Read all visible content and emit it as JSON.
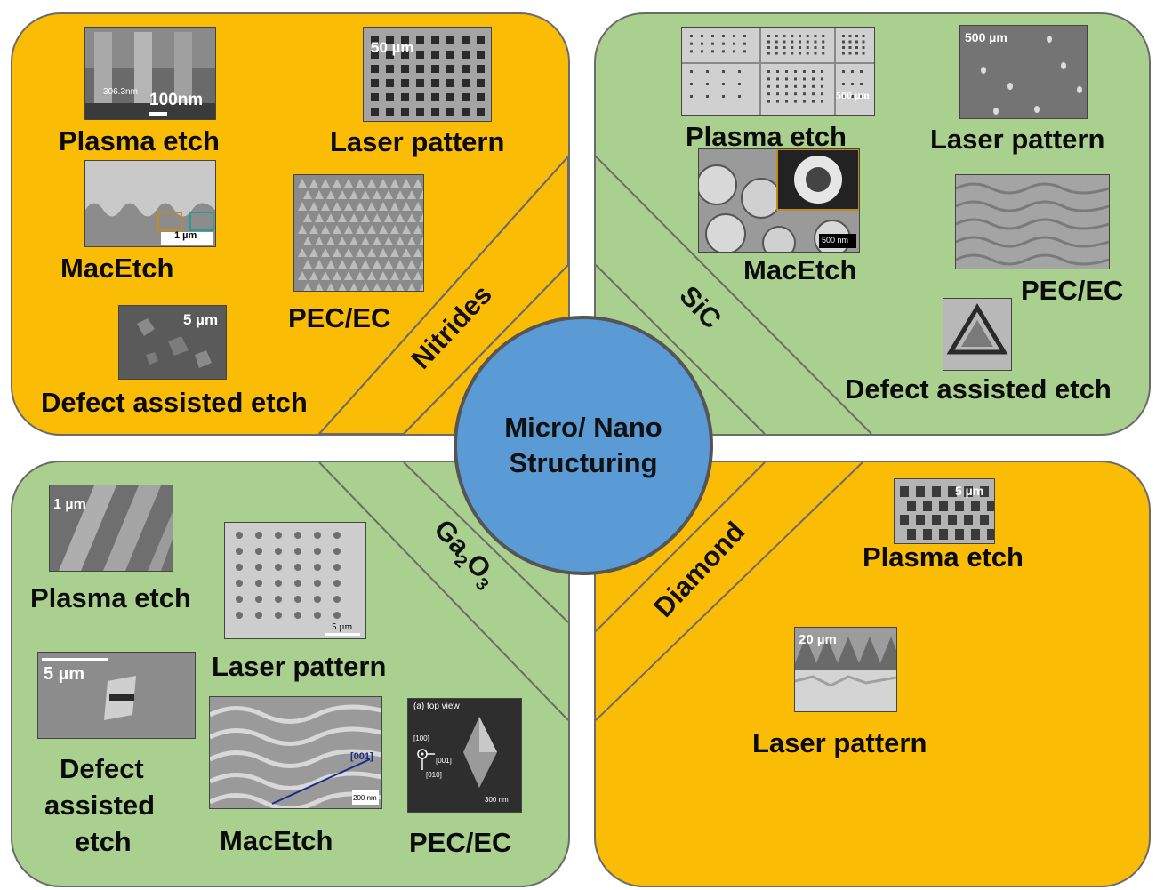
{
  "center": {
    "line1": "Micro/ Nano",
    "line2": "Structuring"
  },
  "colors": {
    "orange": "#fbbc05",
    "green": "#a9d08e",
    "blue": "#5b9bd5",
    "border": "#6b6b6b"
  },
  "nitrides": {
    "material": "Nitrides",
    "plasma_etch": "Plasma etch",
    "laser_pattern": "Laser pattern",
    "macetch": "MacEtch",
    "pec_ec": "PEC/EC",
    "defect_etch": "Defect assisted etch",
    "scale_plasma": "100nm",
    "scale_plasma_small": "306.3nm",
    "scale_laser": "50 µm",
    "scale_macetch": "1 µm",
    "scale_defect": "5 µm"
  },
  "sic": {
    "material": "SiC",
    "plasma_etch": "Plasma etch",
    "laser_pattern": "Laser pattern",
    "macetch": "MacEtch",
    "pec_ec": "PEC/EC",
    "defect_etch": "Defect assisted etch",
    "scale_plasma": "500 µm",
    "scale_laser": "500 µm",
    "scale_macetch": "500 nm"
  },
  "ga2o3": {
    "material_base": "Ga",
    "material_sub1": "2",
    "material_mid": "O",
    "material_sub2": "3",
    "plasma_etch": "Plasma etch",
    "laser_pattern": "Laser pattern",
    "defect_line1": "Defect",
    "defect_line2": "assisted",
    "defect_line3": "etch",
    "macetch": "MacEtch",
    "pec_ec": "PEC/EC",
    "scale_plasma": "1 µm",
    "scale_laser": "5 µm",
    "scale_defect": "5 µm",
    "scale_macetch": "200 nm",
    "macetch_dir": "[001]",
    "pec_view": "(a) top view",
    "pec_dir1": "[100]",
    "pec_dir2": "[001]",
    "pec_dir3": "[010]",
    "pec_scale": "300 nm"
  },
  "diamond": {
    "material": "Diamond",
    "plasma_etch": "Plasma etch",
    "laser_pattern": "Laser pattern",
    "scale_plasma": "5 µm",
    "scale_laser": "20 µm"
  }
}
